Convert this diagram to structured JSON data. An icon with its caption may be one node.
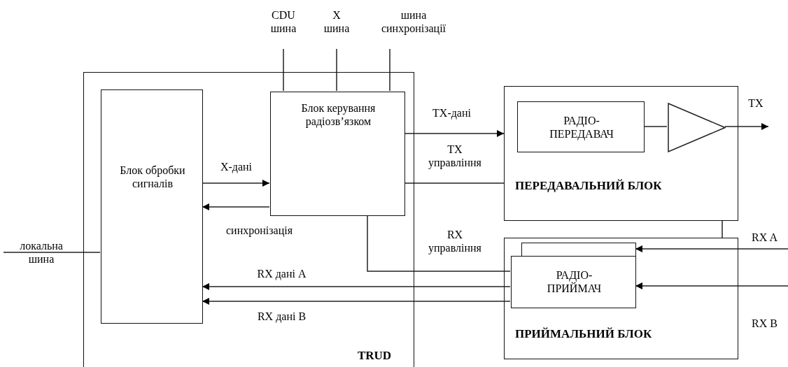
{
  "diagram": {
    "nodes": [
      {
        "text": [
          "TRUD"
        ]
      },
      {
        "text": [
          "Блок обробки сигналів"
        ],
        "in": 0
      },
      {
        "text": [
          "Блок керування радіозв’язком"
        ],
        "in": 0
      },
      {
        "text": [
          "ПЕРЕДАВАЛЬНИЙ БЛОК"
        ]
      },
      {
        "text": [
          "РАДІО-ПЕРЕДАВАЧ"
        ],
        "in": 3
      },
      {
        "text": [],
        "shape": "triangle",
        "in": 3
      },
      {
        "text": [
          "ПРИЙМАЛЬНИЙ БЛОК"
        ]
      },
      {
        "text": [],
        "shape": "box",
        "in": 6
      },
      {
        "text": [
          "РАДІО-ПРИЙМАЧ"
        ],
        "in": 6
      }
    ],
    "edges": [
      {
        "from": null,
        "to": 1,
        "arrow": "none"
      },
      {
        "from": null,
        "to": 2,
        "arrow": "none"
      },
      {
        "from": null,
        "to": 2,
        "arrow": "none"
      },
      {
        "from": null,
        "to": 2,
        "arrow": "none"
      },
      {
        "from": 1,
        "to": 2,
        "arrow": "to",
        "label": "X-дані"
      },
      {
        "from": 2,
        "to": 1,
        "arrow": "to",
        "label": "синхронізація"
      },
      {
        "from": 2,
        "to": 3,
        "arrow": "to",
        "label": "TX-дані"
      },
      {
        "from": 2,
        "to": 3,
        "arrow": "none",
        "label": "TX управління"
      },
      {
        "from": 2,
        "to": 8,
        "arrow": "none",
        "label": "RX управління"
      },
      {
        "from": 8,
        "to": 1,
        "arrow": "to",
        "label": "RX дані A"
      },
      {
        "from": 8,
        "to": 1,
        "arrow": "to",
        "label": "RX дані B"
      },
      {
        "from": 4,
        "to": 5,
        "arrow": "none"
      },
      {
        "from": 5,
        "to": null,
        "arrow": "to"
      },
      {
        "from": null,
        "to": 7,
        "arrow": "to"
      },
      {
        "from": null,
        "to": 8,
        "arrow": "to"
      },
      {
        "from": 3,
        "to": 6,
        "arrow": "none"
      }
    ],
    "labels": [
      "локальна шина",
      "CDU шина",
      "X шина",
      "шина синхронізації",
      "TX",
      "RX A",
      "RX B"
    ]
  }
}
